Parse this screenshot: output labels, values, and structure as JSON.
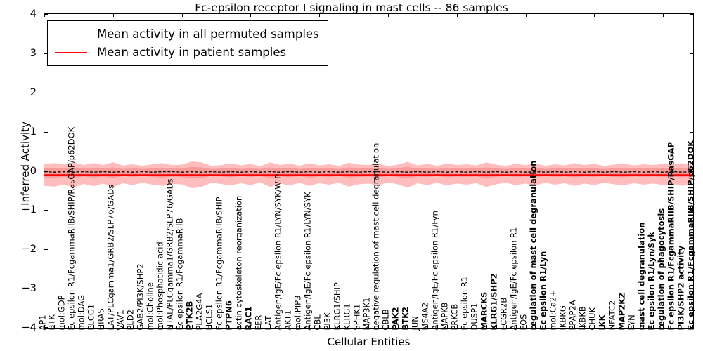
{
  "chart_data": {
    "type": "line",
    "title": "Fc-epsilon receptor I signaling in mast cells -- 86 samples",
    "xlabel": "Cellular Entities",
    "ylabel": "Inferred Activity",
    "ylim": [
      -4,
      4
    ],
    "yticks": [
      -4,
      -3,
      -2,
      -1,
      0,
      1,
      2,
      3,
      4
    ],
    "ytick_labels": [
      "-4",
      "-3",
      "-2",
      "-1",
      "0",
      "1",
      "2",
      "3",
      "4"
    ],
    "grid": false,
    "legend_position": "upper left",
    "legend": [
      {
        "label": "Mean activity in all permuted samples",
        "color": "#000000",
        "style": "solid"
      },
      {
        "label": "Mean activity in patient samples",
        "color": "#ff0000",
        "style": "solid"
      }
    ],
    "n_samples": 86,
    "categories": [
      "AP1",
      "BTK",
      "mol:GDP",
      "Fc epsilon R1/FcgammaRIIB/SHIP/RasGAP/p62DOK",
      "mol:DAG",
      "PLCG1",
      "HRAS",
      "LAT/PLCgamma1/GRB2/SLP76/GADs",
      "VAV1",
      "PLD2",
      "GAB2/PI3K/SHP2",
      "mol:Choline",
      "mol:Phosphatidic acid",
      "NTAL/PLCgamma1/GRB2/SLP76/GADs",
      "Fc epsilon R1/FcgammaRIIB",
      "PTK2B",
      "PLA2G4A",
      "HCLS1",
      "Fc epsilon R1/FcgammaRIIB/SHIP",
      "PTPN6",
      "actin cytoskeleton reorganization",
      "RAC1",
      "FER",
      "LAT",
      "Antigen/IgE/Fc epsilon R1/LYN/SYK/WIP",
      "AKT1",
      "mol:PIP3",
      "Antigen/IgE/Fc epsilon R1/LYN/SYK",
      "CBL",
      "PI3K",
      "KLRG1/SHIP",
      "KLRG1",
      "SPHK1",
      "MAP3K1",
      "negative regulation of mast cell degranulation",
      "CBLB",
      "PAK2",
      "BTK2",
      "JUN",
      "MS4A2",
      "Antigen/IgE/Fc epsilon R1/Fyn",
      "MAPK8",
      "PRKCB",
      "Fc epsilon R1",
      "DUSP1",
      "MARCKS",
      "KLRG1/SHP2",
      "FCGR2B",
      "Antigen/IgE/Fc epsilon R1",
      "FOS",
      "regulation of mast cell degranulation",
      "Fc epsilon R1/Lyn",
      "mol:Ca2+",
      "IKBKG",
      "PPAP2A",
      "IKBKB",
      "CHUK",
      "IKK",
      "NFATC2",
      "MAP2K2",
      "FYN",
      "mast cell degranulation",
      "Fc epsilon R1/Lyn/Syk",
      "regulation of phagocytosis",
      "Fc epsilon R1/FcgammaRIIB/SHIP/RasGAP",
      "PI3K/SHP2 activity",
      "Fc epsilon R1/FcgammaRIIB/SHIP/p62DOK"
    ],
    "series": [
      {
        "name": "Mean activity in all permuted samples",
        "color": "#000000",
        "style": "dashed",
        "values": [
          -0.02,
          -0.03,
          -0.02,
          -0.03,
          -0.02,
          -0.03,
          -0.02,
          -0.03,
          -0.02,
          -0.03,
          -0.02,
          -0.03,
          -0.02,
          -0.02,
          -0.03,
          -0.02,
          -0.03,
          -0.02,
          -0.03,
          -0.02,
          -0.03,
          -0.02,
          -0.03,
          -0.02,
          -0.03,
          -0.02,
          -0.03,
          -0.02,
          -0.03,
          -0.02,
          -0.03,
          -0.02,
          -0.03,
          -0.02,
          -0.02,
          -0.03,
          -0.02,
          -0.03,
          -0.02,
          -0.03,
          -0.02,
          -0.03,
          -0.02,
          -0.03,
          -0.02,
          -0.03,
          -0.02,
          -0.03,
          -0.02,
          -0.03,
          -0.02,
          -0.03,
          -0.02,
          -0.03,
          -0.02,
          -0.03,
          -0.02,
          -0.03,
          -0.02,
          -0.03,
          -0.02,
          -0.03,
          -0.02,
          -0.03,
          -0.02,
          -0.03,
          -0.02
        ]
      },
      {
        "name": "Mean activity in patient samples",
        "color": "#ff0000",
        "style": "solid",
        "values": [
          -0.1,
          -0.1,
          -0.1,
          -0.1,
          -0.1,
          -0.1,
          -0.1,
          -0.1,
          -0.1,
          -0.1,
          -0.1,
          -0.1,
          -0.1,
          -0.1,
          -0.1,
          -0.1,
          -0.1,
          -0.1,
          -0.1,
          -0.1,
          -0.1,
          -0.1,
          -0.1,
          -0.1,
          -0.1,
          -0.1,
          -0.1,
          -0.1,
          -0.1,
          -0.1,
          -0.1,
          -0.1,
          -0.1,
          -0.1,
          -0.1,
          -0.1,
          -0.1,
          -0.1,
          -0.1,
          -0.1,
          -0.1,
          -0.1,
          -0.1,
          -0.1,
          -0.1,
          -0.1,
          -0.1,
          -0.1,
          -0.1,
          -0.1,
          -0.1,
          -0.1,
          -0.1,
          -0.1,
          -0.1,
          -0.1,
          -0.1,
          -0.1,
          -0.1,
          -0.1,
          -0.1,
          -0.1,
          -0.1,
          -0.1,
          -0.1,
          -0.1,
          -0.1
        ]
      }
    ],
    "bands": [
      {
        "name": "patient std dev band",
        "color": "#ff9999",
        "opacity": 0.65,
        "upper": [
          0.18,
          0.2,
          0.16,
          0.21,
          0.15,
          0.2,
          0.15,
          0.22,
          0.14,
          0.17,
          0.13,
          0.17,
          0.2,
          0.15,
          0.16,
          0.24,
          0.22,
          0.13,
          0.15,
          0.19,
          0.14,
          0.18,
          0.12,
          0.22,
          0.15,
          0.19,
          0.13,
          0.2,
          0.14,
          0.17,
          0.13,
          0.21,
          0.16,
          0.15,
          0.19,
          0.12,
          0.16,
          0.23,
          0.14,
          0.18,
          0.13,
          0.19,
          0.15,
          0.17,
          0.14,
          0.22,
          0.16,
          0.13,
          0.18,
          0.15,
          0.19,
          0.13,
          0.17,
          0.14,
          0.2,
          0.15,
          0.18,
          0.13,
          0.16,
          0.19,
          0.14,
          0.17,
          0.15,
          0.18,
          0.16,
          0.2,
          0.15
        ],
        "lower": [
          -0.38,
          -0.4,
          -0.34,
          -0.42,
          -0.33,
          -0.39,
          -0.32,
          -0.41,
          -0.31,
          -0.36,
          -0.3,
          -0.35,
          -0.38,
          -0.33,
          -0.34,
          -0.44,
          -0.41,
          -0.3,
          -0.33,
          -0.37,
          -0.31,
          -0.36,
          -0.29,
          -0.41,
          -0.32,
          -0.37,
          -0.3,
          -0.38,
          -0.31,
          -0.35,
          -0.3,
          -0.4,
          -0.34,
          -0.32,
          -0.37,
          -0.29,
          -0.34,
          -0.43,
          -0.31,
          -0.36,
          -0.3,
          -0.37,
          -0.32,
          -0.35,
          -0.31,
          -0.41,
          -0.34,
          -0.3,
          -0.36,
          -0.32,
          -0.37,
          -0.3,
          -0.35,
          -0.31,
          -0.38,
          -0.32,
          -0.36,
          -0.3,
          -0.34,
          -0.37,
          -0.31,
          -0.35,
          -0.32,
          -0.36,
          -0.33,
          -0.38,
          -0.32
        ]
      },
      {
        "name": "permuted std dev band",
        "color": "#f08080",
        "opacity": 0.55,
        "upper": [
          0.07,
          0.08,
          0.06,
          0.09,
          0.06,
          0.08,
          0.06,
          0.09,
          0.05,
          0.07,
          0.05,
          0.07,
          0.08,
          0.06,
          0.06,
          0.1,
          0.09,
          0.05,
          0.06,
          0.08,
          0.05,
          0.07,
          0.05,
          0.09,
          0.06,
          0.08,
          0.05,
          0.08,
          0.06,
          0.07,
          0.05,
          0.09,
          0.07,
          0.06,
          0.08,
          0.05,
          0.07,
          0.1,
          0.06,
          0.07,
          0.05,
          0.08,
          0.06,
          0.07,
          0.06,
          0.09,
          0.07,
          0.05,
          0.07,
          0.06,
          0.08,
          0.05,
          0.07,
          0.06,
          0.08,
          0.06,
          0.07,
          0.05,
          0.07,
          0.08,
          0.06,
          0.07,
          0.06,
          0.07,
          0.07,
          0.08,
          0.06
        ],
        "lower": [
          -0.16,
          -0.17,
          -0.15,
          -0.18,
          -0.14,
          -0.17,
          -0.14,
          -0.18,
          -0.13,
          -0.15,
          -0.13,
          -0.15,
          -0.17,
          -0.14,
          -0.15,
          -0.19,
          -0.18,
          -0.13,
          -0.14,
          -0.16,
          -0.13,
          -0.15,
          -0.13,
          -0.18,
          -0.14,
          -0.16,
          -0.13,
          -0.17,
          -0.14,
          -0.15,
          -0.13,
          -0.17,
          -0.15,
          -0.14,
          -0.16,
          -0.13,
          -0.15,
          -0.19,
          -0.14,
          -0.15,
          -0.13,
          -0.16,
          -0.14,
          -0.15,
          -0.14,
          -0.18,
          -0.15,
          -0.13,
          -0.15,
          -0.14,
          -0.16,
          -0.13,
          -0.15,
          -0.14,
          -0.16,
          -0.14,
          -0.15,
          -0.13,
          -0.15,
          -0.16,
          -0.14,
          -0.15,
          -0.14,
          -0.15,
          -0.15,
          -0.16,
          -0.14
        ]
      }
    ]
  }
}
